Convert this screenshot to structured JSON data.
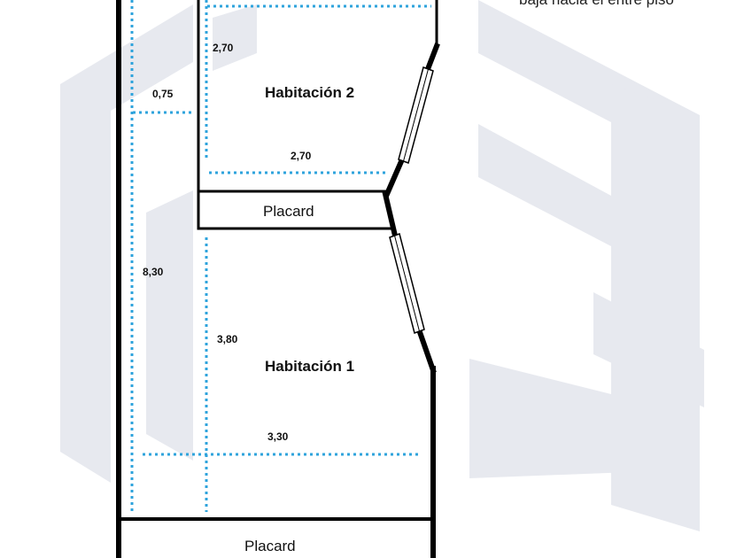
{
  "note": "baja hacia el entre piso",
  "rooms": {
    "room2": "Habitación 2",
    "room1": "Habitación 1"
  },
  "closets": {
    "upper": "Placard",
    "lower": "Placard"
  },
  "dimensions": {
    "total_height": "8,30",
    "offset": "0,75",
    "room2_height": "2,70",
    "room2_width": "2,70",
    "room1_height": "3,80",
    "room1_width": "3,30"
  },
  "colors": {
    "dimension_line": "#2ea3dc",
    "wall": "#000000",
    "watermark": "#e7e9ef"
  }
}
